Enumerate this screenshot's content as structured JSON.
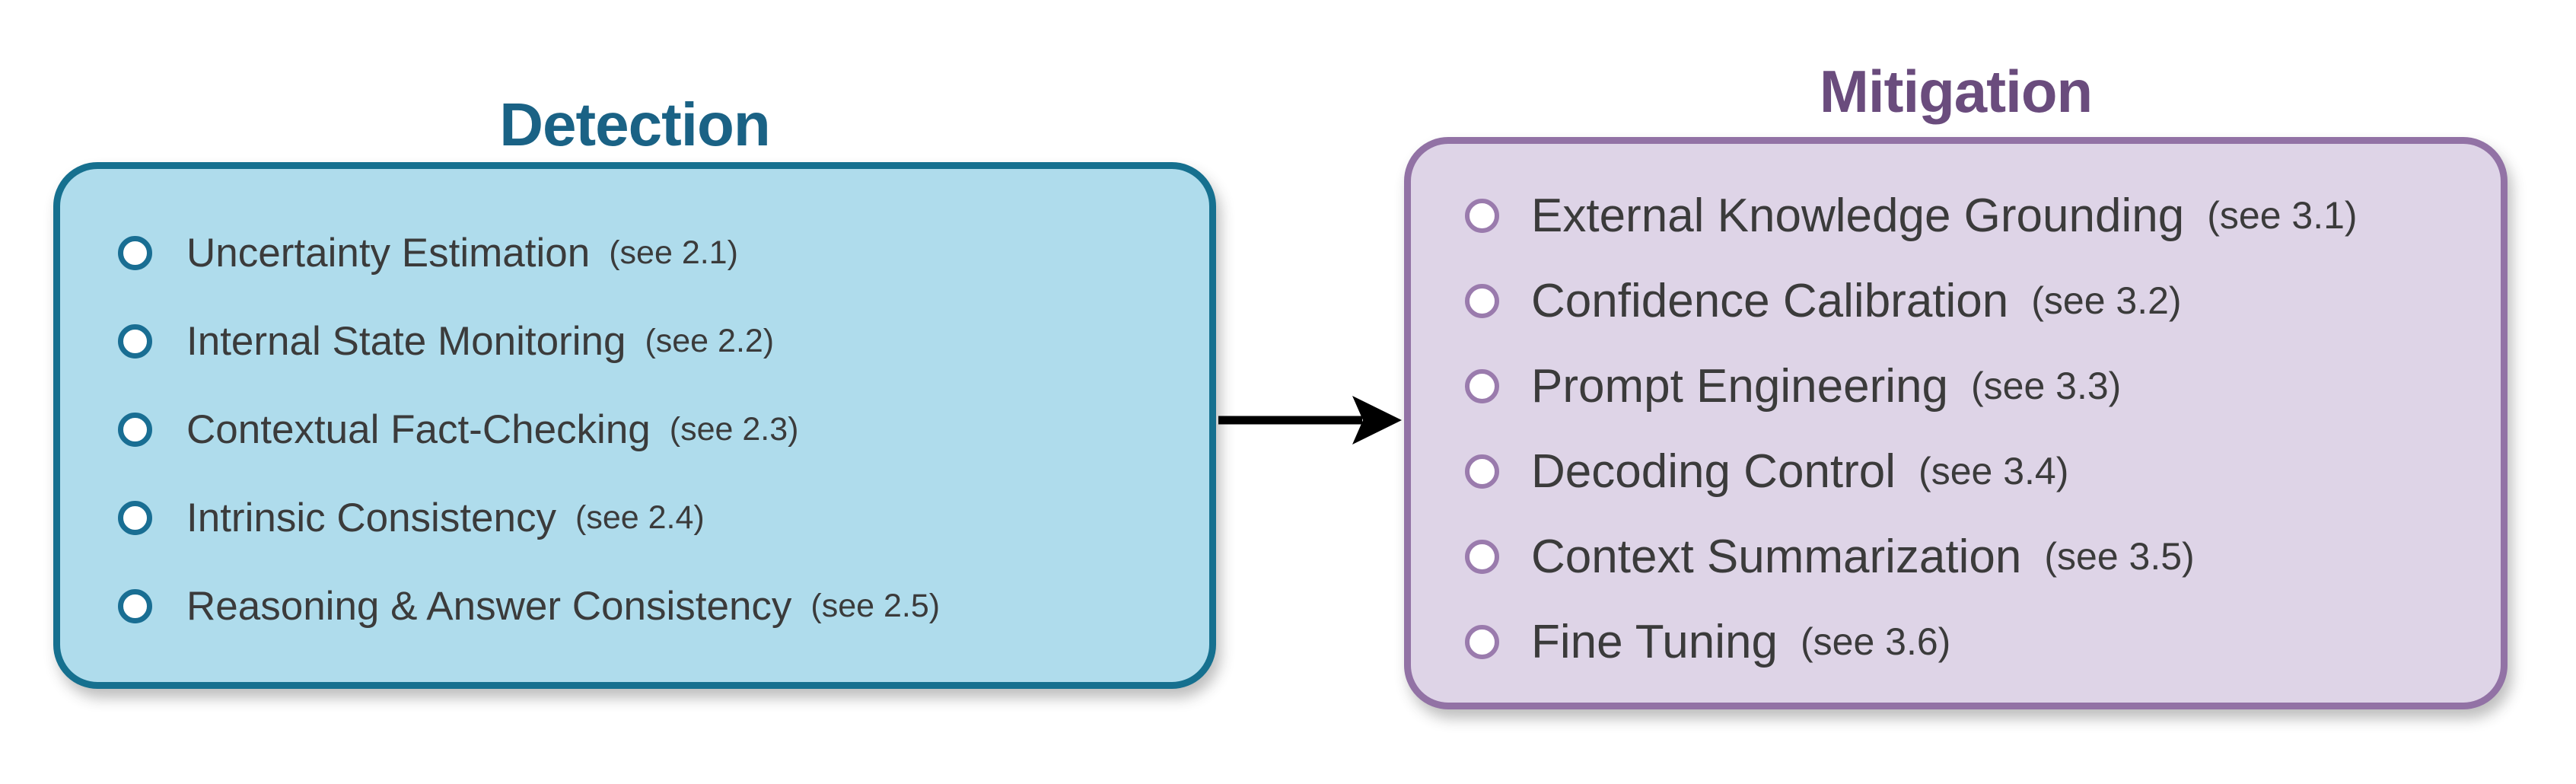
{
  "detection": {
    "title": "Detection",
    "items": [
      {
        "label": "Uncertainty Estimation",
        "ref": "(see 2.1)"
      },
      {
        "label": "Internal State Monitoring",
        "ref": "(see 2.2)"
      },
      {
        "label": "Contextual Fact-Checking",
        "ref": "(see 2.3)"
      },
      {
        "label": "Intrinsic Consistency",
        "ref": "(see 2.4)"
      },
      {
        "label": "Reasoning & Answer Consistency",
        "ref": "(see 2.5)"
      }
    ]
  },
  "mitigation": {
    "title": "Mitigation",
    "items": [
      {
        "label": "External Knowledge Grounding",
        "ref": "(see 3.1)"
      },
      {
        "label": "Confidence Calibration",
        "ref": "(see 3.2)"
      },
      {
        "label": "Prompt Engineering",
        "ref": "(see 3.3)"
      },
      {
        "label": "Decoding Control",
        "ref": "(see 3.4)"
      },
      {
        "label": "Context Summarization",
        "ref": "(see 3.5)"
      },
      {
        "label": "Fine Tuning",
        "ref": "(see 3.6)"
      }
    ]
  },
  "arrow": {
    "direction": "right",
    "from": "detection",
    "to": "mitigation"
  },
  "colors": {
    "detection_title": "#1a6285",
    "detection_border": "#16708f",
    "detection_fill": "#afdcec",
    "detection_bullet": "#196e93",
    "mitigation_title": "#6a4c7d",
    "mitigation_border": "#9272a5",
    "mitigation_fill": "#ded4e7",
    "mitigation_bullet": "#9a7bad",
    "item_text": "#3b3b3b",
    "arrow": "#000000"
  }
}
